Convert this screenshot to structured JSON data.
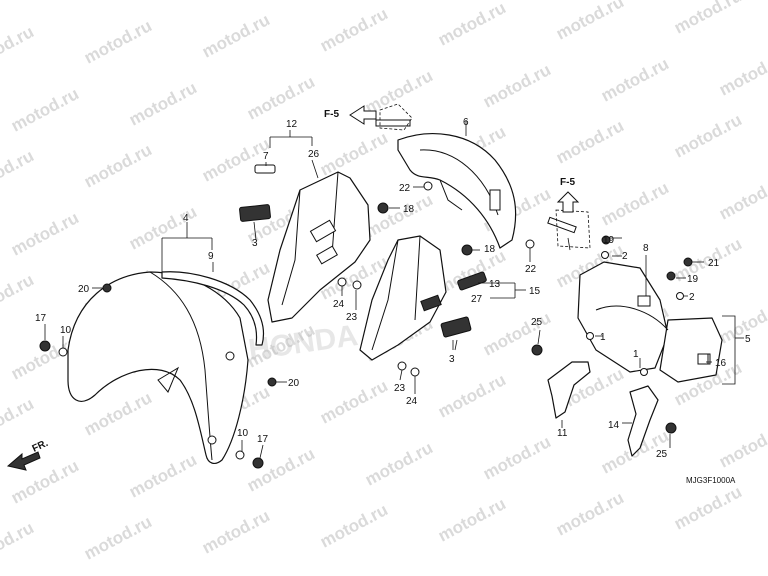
{
  "watermark": {
    "text": "motod.ru"
  },
  "diagram_code": "MJG3F1000A",
  "direction_label": "FR.",
  "reference_labels": [
    {
      "id": "ref-1",
      "text": "F-5"
    },
    {
      "id": "ref-2",
      "text": "F-5"
    }
  ],
  "callouts": [
    "1",
    "1",
    "2",
    "2",
    "3",
    "3",
    "4",
    "5",
    "6",
    "7",
    "8",
    "9",
    "10",
    "10",
    "11",
    "12",
    "13",
    "14",
    "15",
    "16",
    "17",
    "17",
    "18",
    "18",
    "19",
    "19",
    "20",
    "20",
    "21",
    "22",
    "22",
    "23",
    "23",
    "24",
    "24",
    "25",
    "25",
    "26",
    "27"
  ],
  "colors": {
    "line": "#111111",
    "watermark": "#bcbcbc",
    "background": "#ffffff"
  }
}
